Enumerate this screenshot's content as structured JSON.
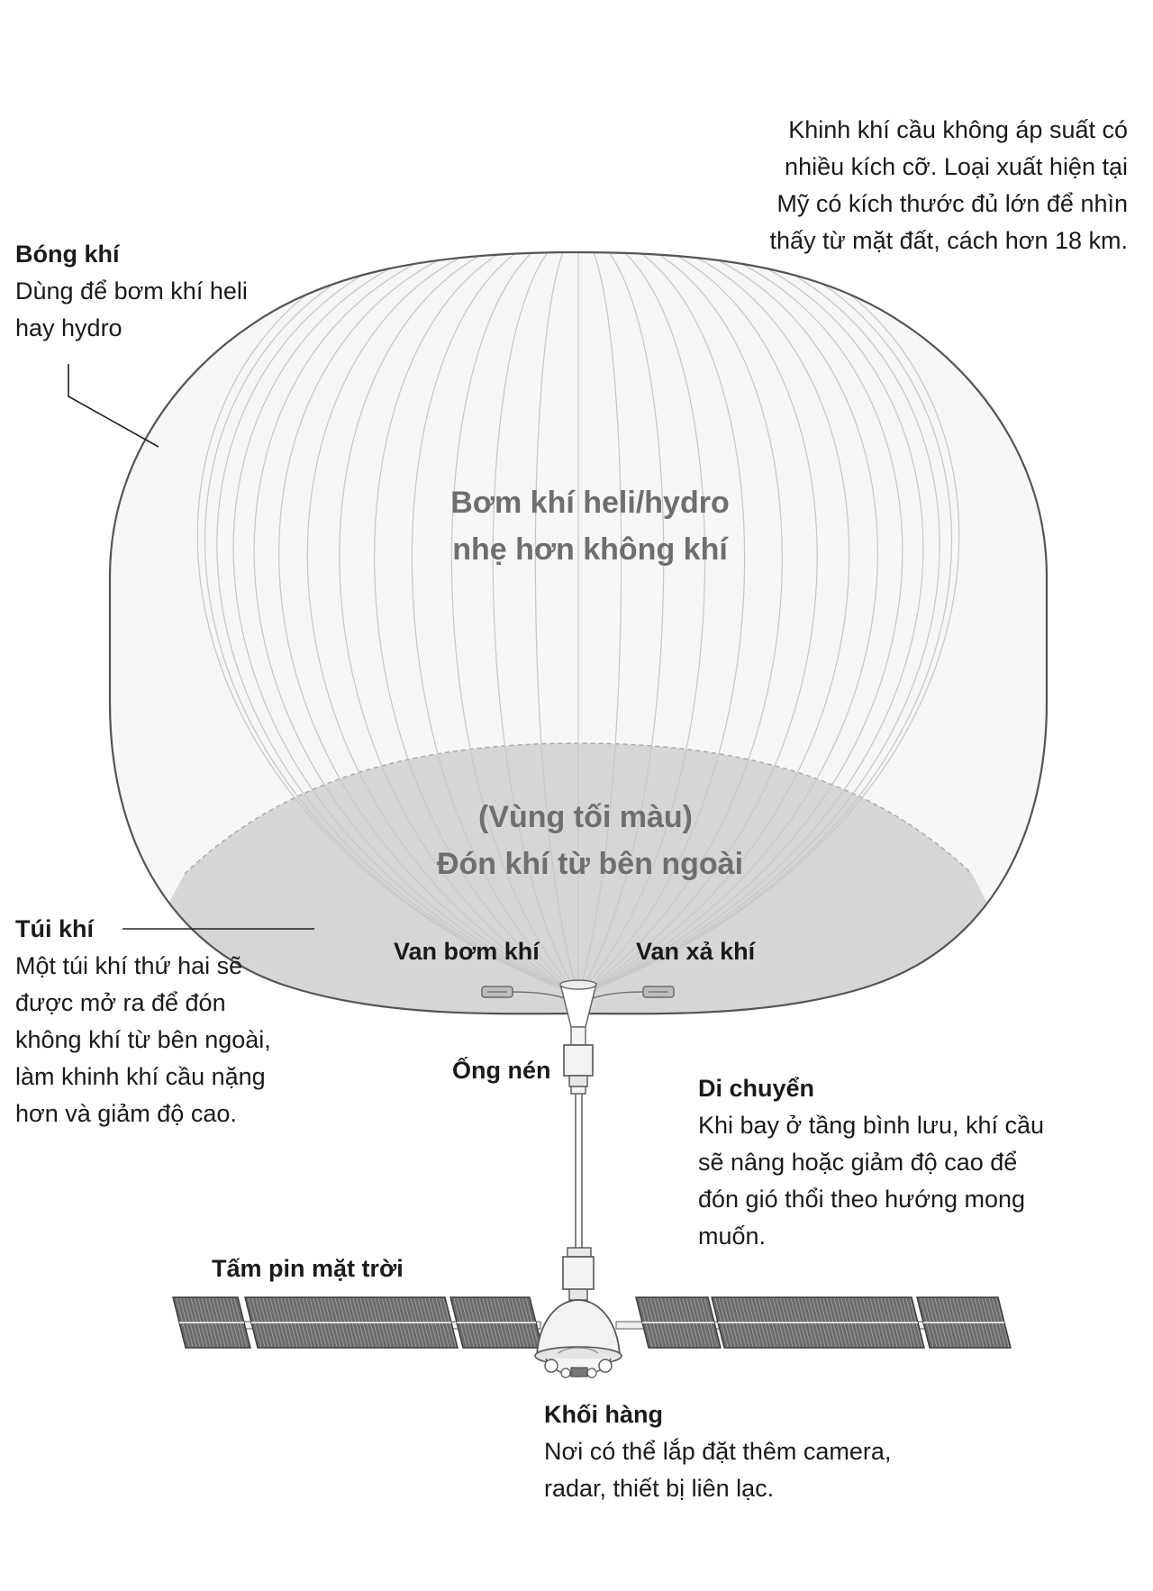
{
  "intro": {
    "lines": [
      "Khinh khí cầu không áp suất có",
      "nhiều kích cỡ. Loại xuất hiện tại",
      "Mỹ có kích thước đủ lớn để nhìn",
      "thấy từ mặt đất, cách hơn 18 km."
    ]
  },
  "balloon": {
    "title": "Bóng khí",
    "lines": [
      "Dùng để bơm khí heli",
      "hay hydro"
    ],
    "inner": [
      "Bơm khí heli/hydro",
      "nhẹ hơn không khí"
    ]
  },
  "dark_zone": {
    "inner": [
      "(Vùng tối màu)",
      "Đón khí từ bên ngoài"
    ]
  },
  "air_bag": {
    "title": "Túi khí",
    "lines": [
      "Một túi khí thứ hai sẽ",
      "được mở ra để đón",
      "không khí từ bên ngoài,",
      "làm khinh khí cầu nặng",
      "hơn và giảm độ cao."
    ]
  },
  "valves": {
    "intake": "Van bơm khí",
    "exhaust": "Van xả khí"
  },
  "tube": "Ống nén",
  "movement": {
    "title": "Di chuyển",
    "lines": [
      "Khi bay ở tầng bình lưu, khí cầu",
      "sẽ nâng hoặc giảm độ cao để",
      "đón gió thổi theo hướng mong",
      "muốn."
    ]
  },
  "solar": "Tấm pin mặt trời",
  "payload": {
    "title": "Khối hàng",
    "lines": [
      "Nơi có thể lắp đặt thêm camera,",
      "radar, thiết bị liên lạc."
    ]
  },
  "colors": {
    "balloon_fill": "#f7f7f8",
    "balloon_dark": "#d6d6d6",
    "gore_line": "#c8c8c8",
    "outline": "#555555",
    "panel": "#666666"
  }
}
